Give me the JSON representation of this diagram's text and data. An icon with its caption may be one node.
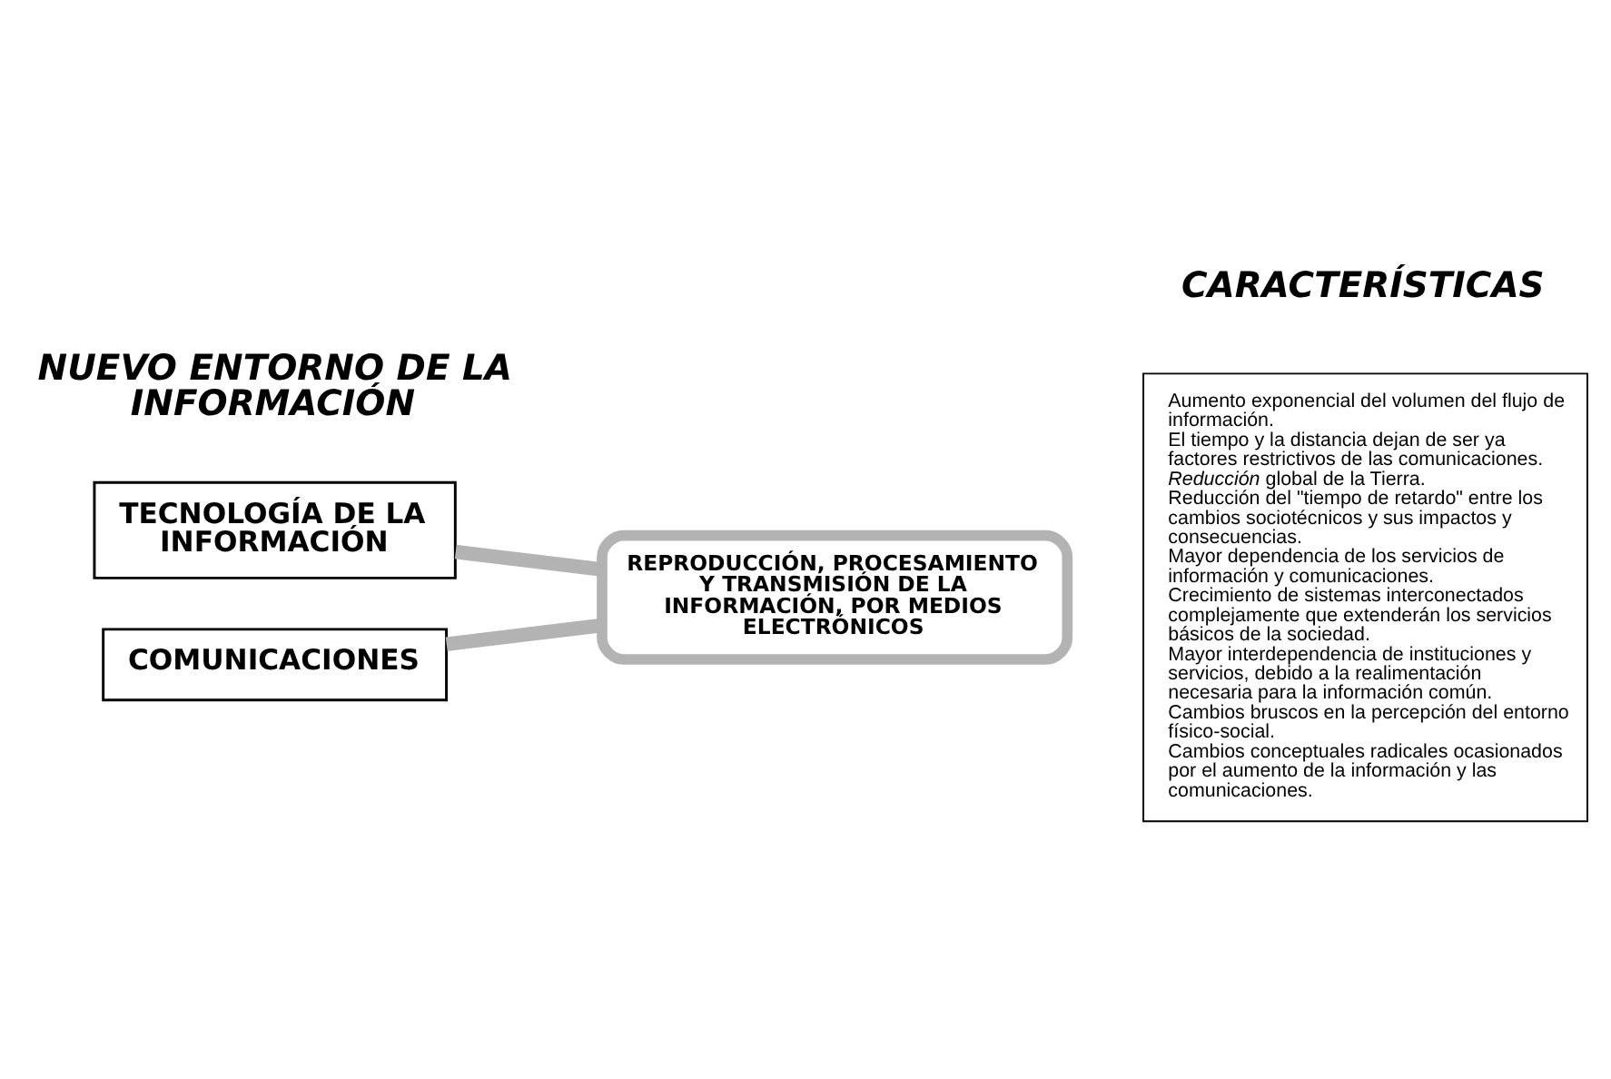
{
  "diagram": {
    "nodes": [
      {
        "text": [
          "TECNOLOGÍA DE LA INFORMACIÓN"
        ]
      },
      {
        "text": [
          "COMUNICACIONES"
        ]
      },
      {
        "text": [
          "REPRODUCCIÓN, PROCESAMIENTO Y TRANSMISIÓN DE LA INFORMACIÓN, POR MEDIOS ELECTRÓNICOS"
        ]
      },
      {
        "text": [
          "Aumento exponencial del volumen del flujo de información.",
          "El tiempo y la distancia dejan de ser ya factores restrictivos de las comunicaciones.",
          "*Reducción* global de la Tierra.",
          "Reducción del \"tiempo de retardo\" entre los cambios sociotécnicos y sus impactos y consecuencias.",
          "Mayor dependencia de los servicios de información y comunicaciones.",
          "Crecimiento de sistemas interconectados complejamente que extenderán los servicios básicos de la sociedad.",
          "Mayor interdependencia de instituciones y servicios, debido a la realimentación necesaria para la información común.",
          "Cambios bruscos en la percepción del entorno físico-social.",
          "Cambios conceptuales radicales ocasionados por el aumento de la información y las comunicaciones."
        ]
      }
    ],
    "edges": [
      {
        "from": 0,
        "to": 2,
        "arrow": "none"
      },
      {
        "from": 1,
        "to": 2,
        "arrow": "none"
      }
    ],
    "labels": [
      "NUEVO ENTORNO DE LA INFORMACIÓN",
      "CARACTERÍSTICAS"
    ]
  }
}
